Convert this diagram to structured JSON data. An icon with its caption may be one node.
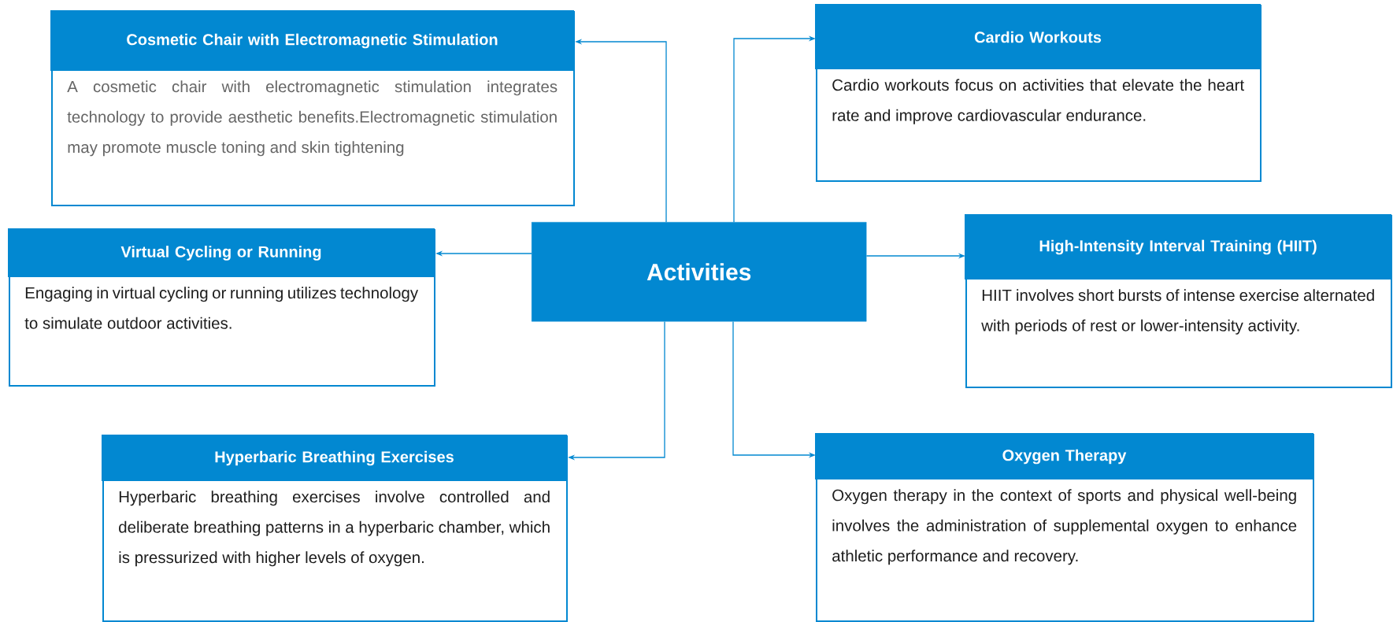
{
  "diagram": {
    "nodes": [
      {
        "text": [
          "Cosmetic Chair with Electromagnetic Stimulation",
          "A cosmetic chair with electromagnetic stimulation integrates technology to provide aesthetic benefits.Electromagnetic stimulation may promote muscle toning and skin tightening"
        ]
      },
      {
        "text": [
          "Cardio  Workouts",
          "Cardio workouts focus on activities that elevate the heart rate and improve cardiovascular endurance."
        ]
      },
      {
        "text": [
          "Virtual Cycling or Running",
          "Engaging in virtual cycling or running utilizes technology to simulate outdoor activities."
        ]
      },
      {
        "text": [
          "Activities"
        ]
      },
      {
        "text": [
          "High-Intensity Interval Training (HIIT)",
          "HIIT involves short bursts of intense exercise alternated with periods of rest or lower-intensity activity."
        ]
      },
      {
        "text": [
          "Hyperbaric Breathing Exercises",
          "Hyperbaric breathing exercises involve controlled and deliberate breathing patterns in a hyperbaric chamber, which is pressurized with higher levels of oxygen."
        ]
      },
      {
        "text": [
          "Oxygen Therapy",
          "Oxygen therapy in the context of sports and physical well-being involves the administration of supplemental oxygen to enhance athletic performance and recovery."
        ]
      }
    ],
    "edges": [
      {
        "from": 3,
        "to": 0,
        "arrow": "to"
      },
      {
        "from": 3,
        "to": 1,
        "arrow": "to"
      },
      {
        "from": 3,
        "to": 2,
        "arrow": "to"
      },
      {
        "from": 3,
        "to": 4,
        "arrow": "to"
      },
      {
        "from": 3,
        "to": 5,
        "arrow": "to"
      },
      {
        "from": 3,
        "to": 6,
        "arrow": "to"
      }
    ]
  }
}
